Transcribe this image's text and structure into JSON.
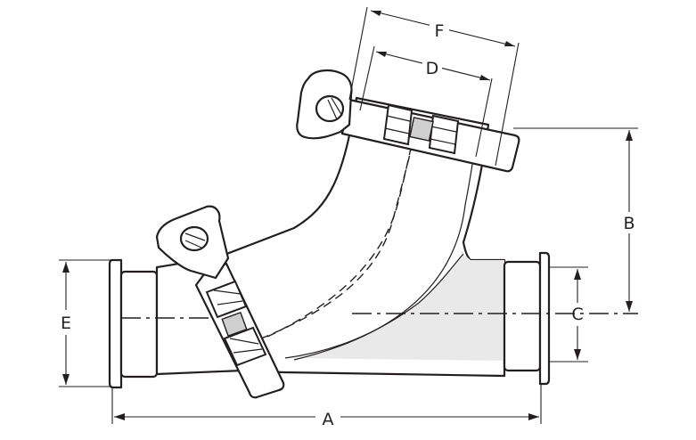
{
  "diagram": {
    "dimension_labels": {
      "a": "A",
      "b": "B",
      "c": "C",
      "d": "D",
      "e": "E",
      "f": "F"
    },
    "colors": {
      "line": "#231f20",
      "shading": "#e9e9e9",
      "background": "#ffffff"
    }
  }
}
